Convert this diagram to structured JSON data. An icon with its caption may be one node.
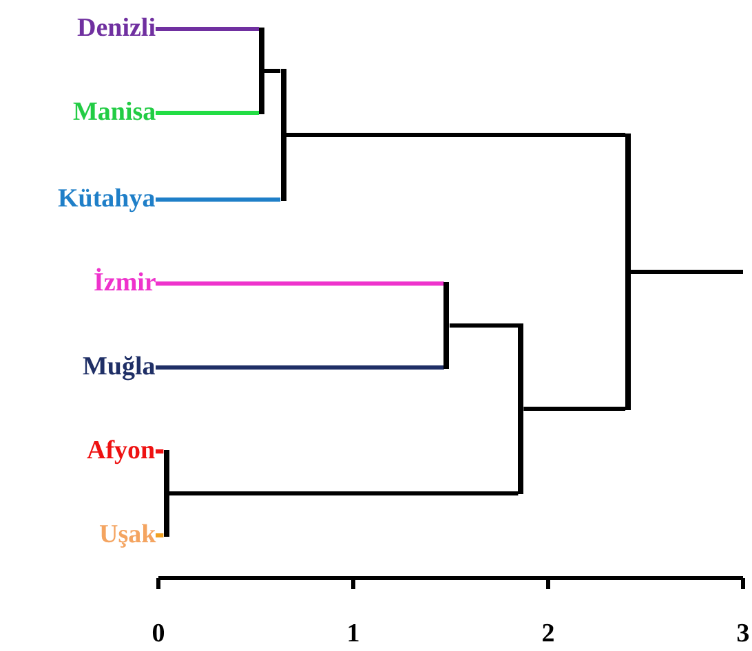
{
  "diagram": {
    "nodes": [
      {
        "text": [
          "Denizli"
        ]
      },
      {
        "text": [
          "Manisa"
        ]
      },
      {
        "text": [
          "Kütahya"
        ]
      },
      {
        "text": [
          "İzmir"
        ]
      },
      {
        "text": [
          "Muğla"
        ]
      },
      {
        "text": [
          "Afyon"
        ]
      },
      {
        "text": [
          "Uşak"
        ]
      },
      {
        "text": [],
        "shape": "bar"
      },
      {
        "text": [],
        "shape": "bar"
      },
      {
        "text": [],
        "shape": "bar"
      },
      {
        "text": [],
        "shape": "bar"
      },
      {
        "text": [],
        "shape": "bar"
      },
      {
        "text": [],
        "shape": "bar"
      }
    ],
    "edges": [
      {
        "from": 0,
        "to": 7,
        "arrow": "none",
        "color": "#7030a0"
      },
      {
        "from": 1,
        "to": 7,
        "arrow": "none",
        "color": "#22dd44"
      },
      {
        "from": 7,
        "to": 8,
        "arrow": "none"
      },
      {
        "from": 2,
        "to": 8,
        "arrow": "none",
        "color": "#1f7fc8"
      },
      {
        "from": 3,
        "to": 9,
        "arrow": "none",
        "color": "#ee33cc"
      },
      {
        "from": 4,
        "to": 9,
        "arrow": "none",
        "color": "#1f2f66"
      },
      {
        "from": 5,
        "to": 10,
        "arrow": "none",
        "color": "#ee1111"
      },
      {
        "from": 6,
        "to": 10,
        "arrow": "none",
        "color": "#f0a020"
      },
      {
        "from": 9,
        "to": 11,
        "arrow": "none"
      },
      {
        "from": 10,
        "to": 11,
        "arrow": "none"
      },
      {
        "from": 8,
        "to": 12,
        "arrow": "none"
      },
      {
        "from": 11,
        "to": 12,
        "arrow": "none"
      },
      {
        "from": 12,
        "to": null,
        "arrow": "none"
      }
    ],
    "labels": [
      "0",
      "1",
      "2",
      "3"
    ]
  }
}
